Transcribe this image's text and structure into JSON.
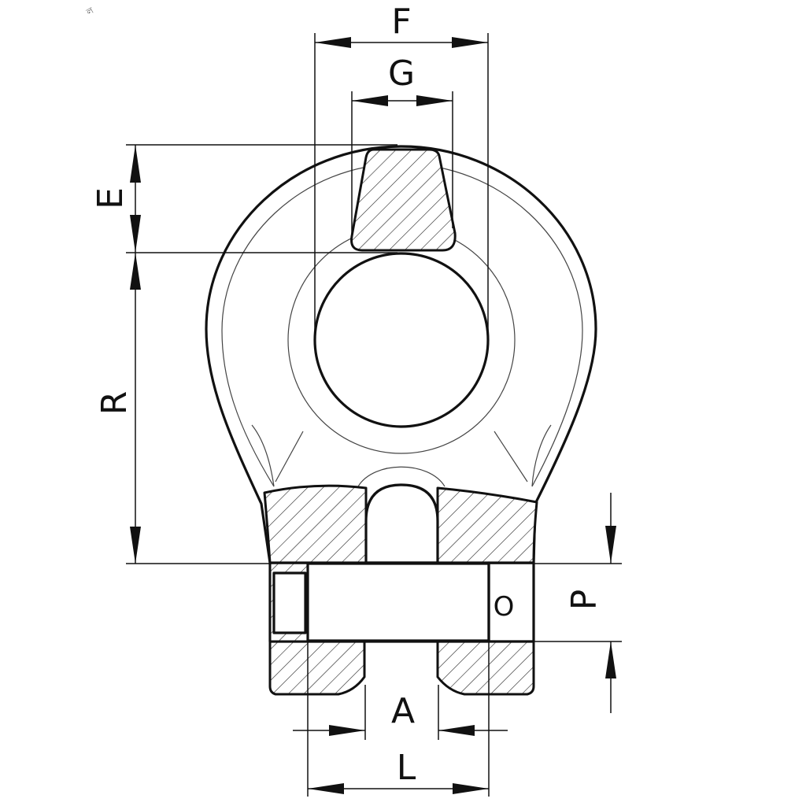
{
  "labels": {
    "F": "F",
    "G": "G",
    "E": "E",
    "R": "R",
    "P": "P",
    "A": "A",
    "L": "L",
    "pin_mark": "O"
  },
  "corner_mark": "ল",
  "colors": {
    "line": "#111111",
    "background": "#ffffff"
  }
}
